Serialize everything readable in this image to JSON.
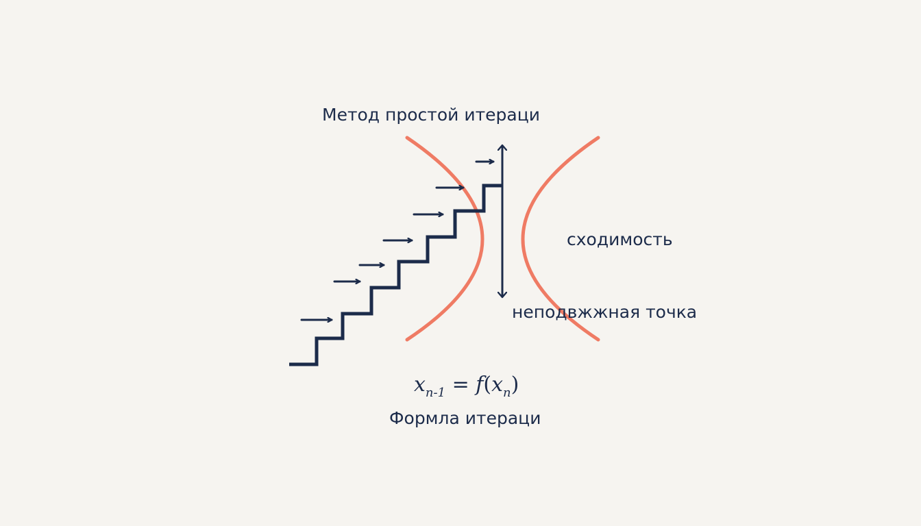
{
  "diagram": {
    "title": "Метод простой итераци",
    "convergence_label": "сходимость",
    "fixed_point_label": "неподвжжная точка",
    "formula_caption": "Формла итераци",
    "formula": {
      "lhs_var": "x",
      "lhs_sub": "n-1",
      "equals": "=",
      "func": "f",
      "open_paren": "(",
      "arg_var": "x",
      "arg_sub": "n",
      "close_paren": ")"
    }
  },
  "colors": {
    "background": "#f6f4f0",
    "ink": "#1c2b4a",
    "curve": "#ef7b64"
  },
  "icons": {
    "step_arrow": "arrow-right-icon",
    "axis_arrow": "double-headed-vertical-arrow-icon"
  }
}
